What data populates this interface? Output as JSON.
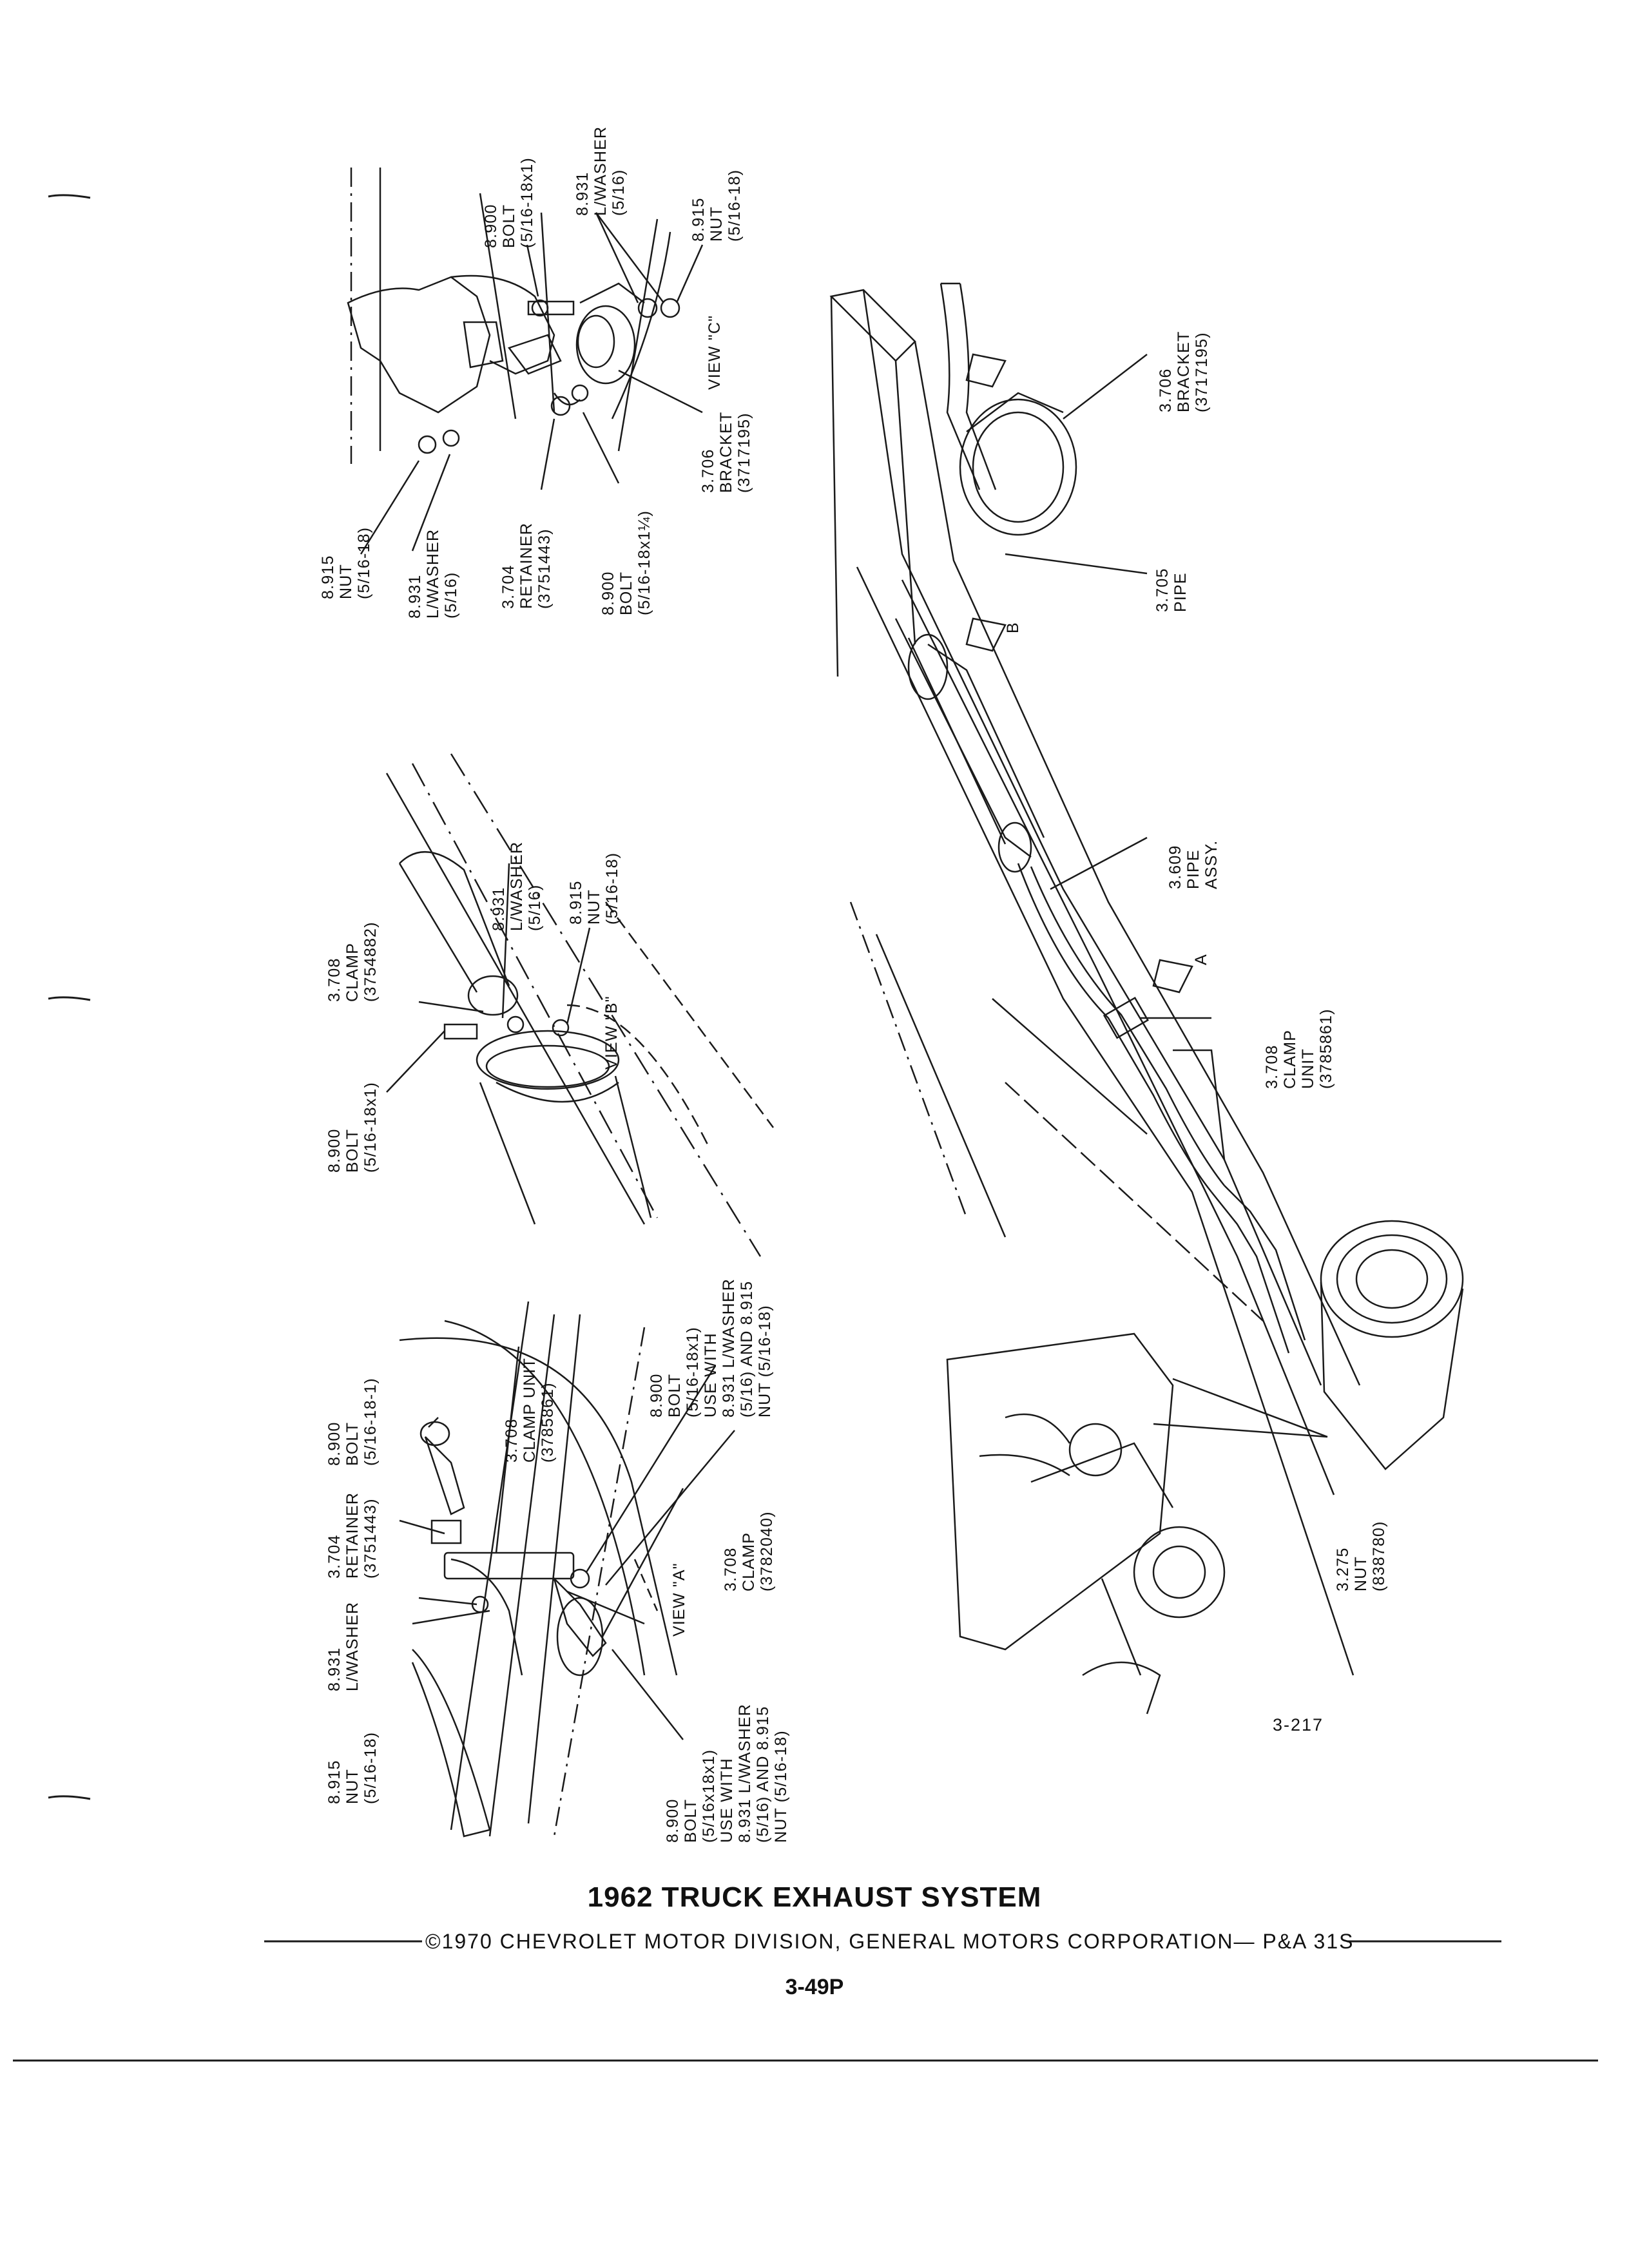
{
  "document": {
    "title": "1962 TRUCK EXHAUST SYSTEM",
    "copyright": "©1970 CHEVROLET MOTOR DIVISION, GENERAL MOTORS CORPORATION— P&A 31S",
    "page_number": "3-49P",
    "figure_ref": "3-217"
  },
  "view_c": {
    "caption": "VIEW \"C\"",
    "labels": [
      "8.900\nBOLT\n(5/16-18x1)",
      "8.931\nL/WASHER\n(5/16)",
      "8.915\nNUT\n(5/16-18)",
      "3.706\nBRACKET\n(3717195)",
      "8.900\nBOLT\n(5/16-18x1¼)",
      "3.704\nRETAINER\n(3751443)",
      "8.931\nL/WASHER\n(5/16)",
      "8.915\nNUT\n(5/16-18)"
    ]
  },
  "view_b": {
    "caption": "VIEW \"B\"",
    "labels": [
      "8.931\nL/WASHER\n(5/16)",
      "8.915\nNUT\n(5/16-18)",
      "3.708\nCLAMP\n(3754882)",
      "8.900\nBOLT\n(5/16-18x1)"
    ]
  },
  "view_a": {
    "caption": "VIEW \"A\"",
    "labels": [
      "3.708\nCLAMP UNIT\n(3785861)",
      "8.900\nBOLT\n(5/16-18-1)",
      "3.704\nRETAINER\n(3751443)",
      "8.931\nL/WASHER",
      "8.915\nNUT\n(5/16-18)",
      "8.900\nBOLT\n(5/16-18x1)\nUSE WITH\n8.931 L/WASHER\n(5/16) AND 8.915\nNUT (5/16-18)",
      "3.708\nCLAMP\n(3782040)",
      "8.900\nBOLT\n(5/16x18x1)\nUSE WITH\n8.931 L/WASHER\n(5/16) AND 8.915\nNUT (5/16-18)"
    ]
  },
  "main_view": {
    "labels": [
      "3.706\nBRACKET\n(3717195)",
      "3.705\nPIPE",
      "3.609\nPIPE\nASSY.",
      "3.708\nCLAMP\nUNIT\n(3785861)",
      "3.275\nNUT\n(838780)"
    ],
    "arrow_letters": [
      "B",
      "A"
    ]
  }
}
